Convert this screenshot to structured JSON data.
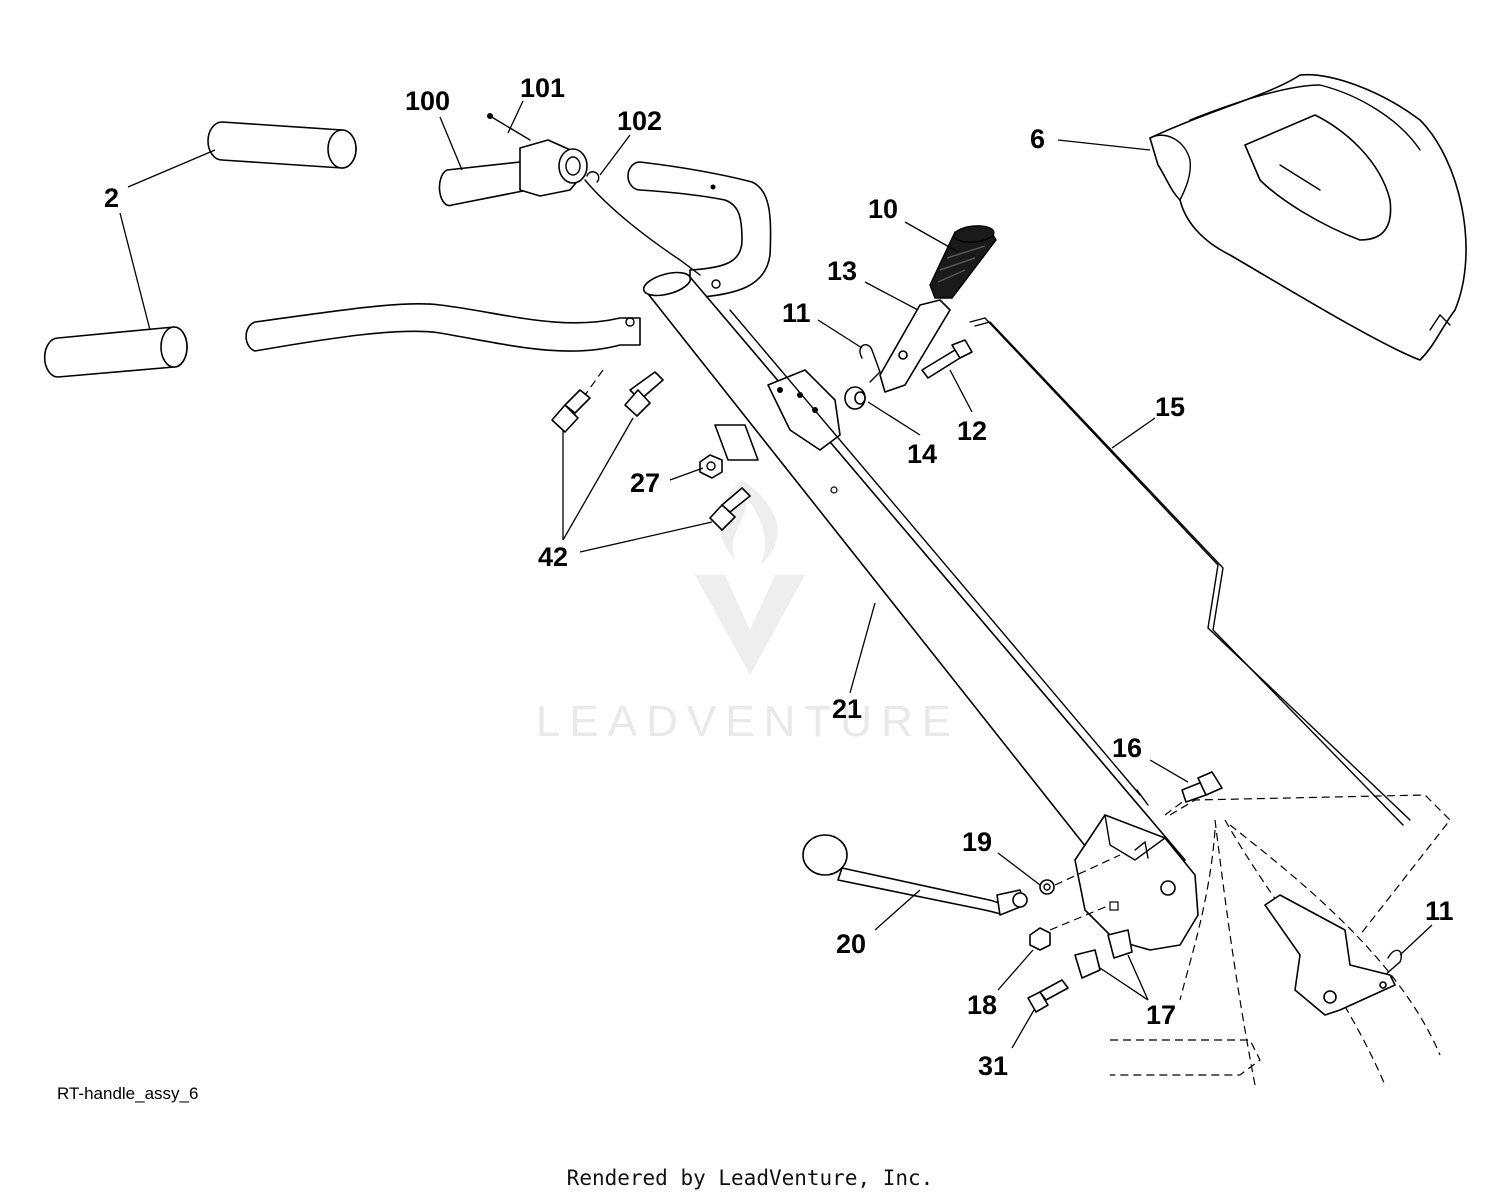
{
  "diagram": {
    "drawing_id": "RT-handle_assy_6",
    "footer": "Rendered by LeadVenture, Inc.",
    "watermark": "LEADVENTURE",
    "callouts": {
      "c2": "2",
      "c100": "100",
      "c101": "101",
      "c102": "102",
      "c6": "6",
      "c10": "10",
      "c13": "13",
      "c11a": "11",
      "c12": "12",
      "c14": "14",
      "c15": "15",
      "c27": "27",
      "c42": "42",
      "c21": "21",
      "c16": "16",
      "c19": "19",
      "c20": "20",
      "c11b": "11",
      "c18": "18",
      "c17": "17",
      "c31": "31"
    }
  }
}
